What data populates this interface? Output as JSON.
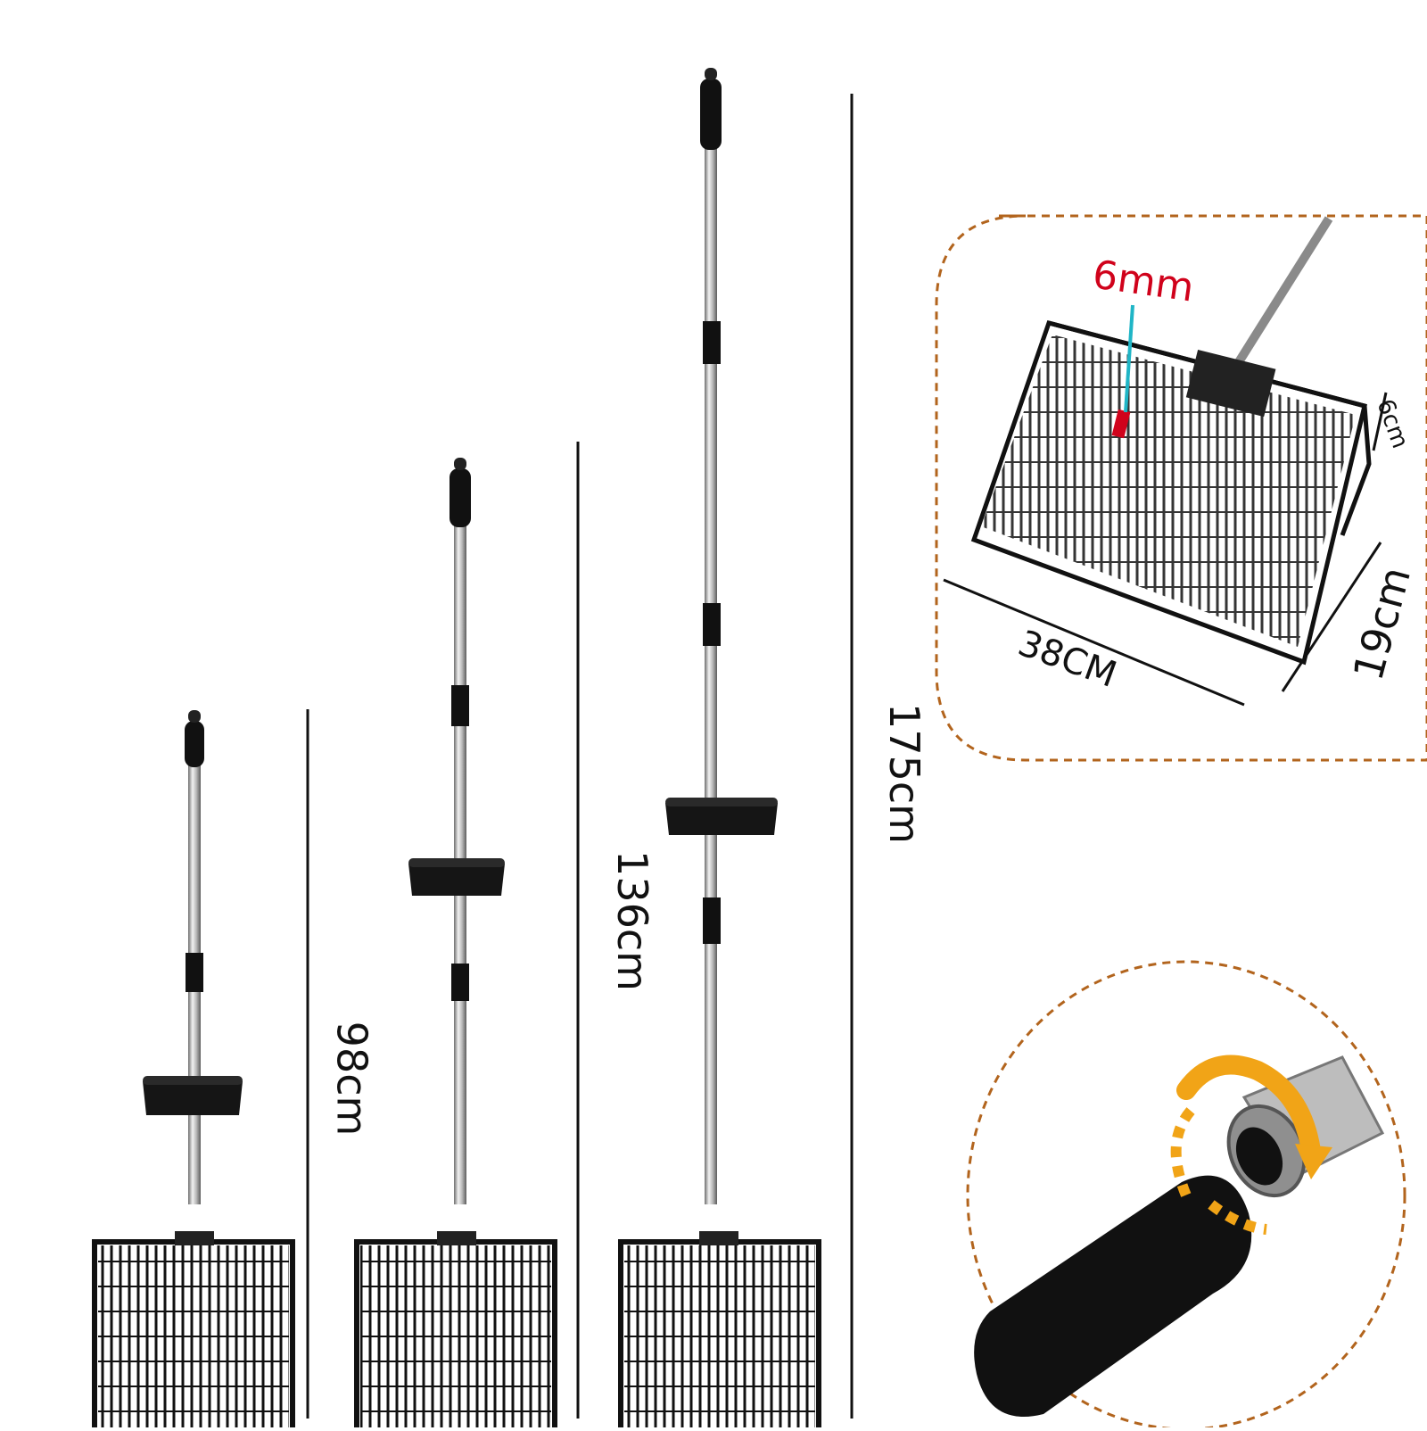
{
  "heights": [
    "98cm",
    "136cm",
    "175cm"
  ],
  "basket": {
    "width": "38CM",
    "depth": "19cm",
    "side": "6cm",
    "tine_gap": "6mm"
  },
  "colors": {
    "callout_border": "#b2641d",
    "tine_gap_label": "#d0021b",
    "pointer": "#1fb5c6",
    "arrow": "#f1a417"
  },
  "icons": [
    "fork-tool-icon",
    "basket-icon",
    "twist-lock-icon"
  ]
}
